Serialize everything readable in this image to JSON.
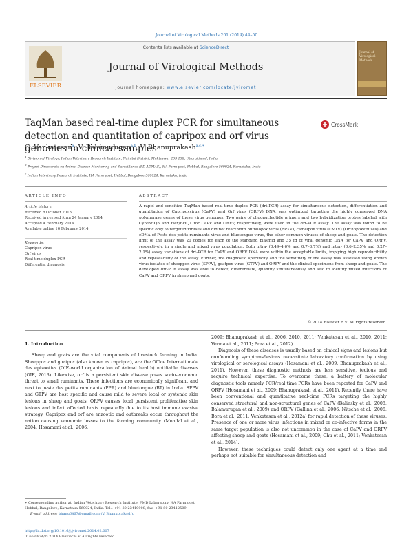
{
  "header": {
    "journal_ref": "Journal of Virological Methods 201 (2014) 44–50",
    "contents_prefix": "Contents lists available at ",
    "contents_link": "ScienceDirect",
    "journal_title": "Journal of Virological Methods",
    "homepage_label": "journal homepage: ",
    "homepage_url": "www.elsevier.com/locate/jviromet",
    "publisher_logo_text": "ELSEVIER",
    "cover_title": "Journal of Virological Methods"
  },
  "article": {
    "title": "TaqMan based real-time duplex PCR for simultaneous detection and quantitation of capripox and orf virus genomes in clinical samples",
    "crossmark_label": "CrossMark",
    "authors": [
      {
        "name": "G. Venkatesan",
        "sup": "a"
      },
      {
        "name": "V. Balamurugan",
        "sup": "a,b"
      },
      {
        "name": "V. Bhanuprakash",
        "sup": "a,c,∗"
      }
    ],
    "affiliations": [
      {
        "sup": "a",
        "text": "Division of Virology, Indian Veterinary Research Institute, Nainital District, Mukteswar 263 138, Uttarakhand, India"
      },
      {
        "sup": "b",
        "text": "Project Directorate on Animal Disease Monitoring and Surveillance (PD-ADMAS), HA Farm post, Hebbal, Bangalore 560024, Karnataka, India"
      },
      {
        "sup": "c",
        "text": "Indian Veterinary Research Institute, HA Farm post, Hebbal, Bangalore 560024, Karnataka, India"
      }
    ]
  },
  "info": {
    "section_label": "ARTICLE INFO",
    "history_label": "Article history:",
    "history": [
      "Received 8 October 2013",
      "Received in revised form 24 January 2014",
      "Accepted 4 February 2014",
      "Available online 16 February 2014"
    ],
    "keywords_label": "Keywords:",
    "keywords": [
      "Capripox virus",
      "Orf virus",
      "Real-time duplex PCR",
      "Differential diagnosis"
    ]
  },
  "abstract": {
    "label": "ABSTRACT",
    "text": "A rapid and sensitive TaqMan based real-time duplex PCR (drt-PCR) assay for simultaneous detection, differentiation and quantitation of Capripoxvirus (CaPV) and Orf virus (ORFV) DNA, was optimized targeting the highly conserved DNA polymerase genes of these virus genomes. Two pairs of oligonucleotide primers and two hybridization probes labeled with Cy5/BHQ3 and Hex/BHQ1 for CaPV and ORFV, respectively, were used in the drt-PCR assay. The assay was found to be specific only to targeted viruses and did not react with buffalopox virus (BPXV), camelpox virus (CMLV) (Orthopoxviruses) and cDNA of Peste des petits ruminants virus and bluetongue virus, the other common viruses of sheep and goats. The detection limit of the assay was 20 copies for each of the standard plasmid and 35 fg of viral genomic DNA for CaPV and ORFV, respectively, in a single and mixed virus population. Both intra- (0.49–4.6% and 0.7–3.7%) and inter- (0.6–2.35% and 0.27–2.1%) assay variations of drt-PCR for CaPV and ORFV DNA were within the acceptable limits, implying high reproducibility and repeatability of the assay. Further, the diagnostic specificity and the sensitivity of the assay was assessed using known virus isolates of sheeppox virus (SPPV), goatpox virus (GTPV) and ORFV and the clinical specimens from sheep and goats. The developed drt-PCR assay was able to detect, differentiate, quantify simultaneously and also to identify mixed infections of CaPV and ORFV in sheep and goats.",
    "copyright": "© 2014 Elsevier B.V. All rights reserved."
  },
  "body": {
    "section_title": "1.  Introduction",
    "left_para": "Sheep and goats are the vital components of livestock farming in India. Sheeppox and goatpox (also known as capripox), are the Office Internationale des epizooties (OIE-world organization of Animal health) notifiable diseases (OIE, 2013). Likewise, orf is a persistent skin disease poses socio-economic threat to small ruminants. These infections are economically significant and next to peste des petits ruminants (PPR) and bluetongue (BT) in India. SPPV and GTPV are host specific and cause mild to severe local or systemic skin lesions in sheep and goats. ORFV causes local persistent proliferative skin lesions and infect affected hosts repeatedly due to its host immune evasive strategy. Capripox and orf are enzootic and outbreaks occur throughout the nation causing economic losses to the farming community (Mondal et al., 2004; Hosamani et al., 2006,",
    "right_cont": "2009; Bhanuprakash et al., 2006, 2010, 2011; Venkatesan et al., 2010, 2011; Verma et al., 2011; Bora et al., 2012).",
    "right_para1": "Diagnosis of these diseases is usually based on clinical signs and lesions but confounding symptoms/lesions necessitate laboratory confirmation by using virological or serological assays (Hosamani et al., 2009; Bhanuprakash et al., 2011). However, these diagnostic methods are less sensitive, tedious and require technical expertise. To overcome these, a battery of molecular diagnostic tools namely PCR/real time PCRs have been reported for CaPV and ORFV (Hosamani et al., 2009; Bhanuprakash et al., 2011). Recently, there have been conventional and quantitative real-time PCRs targeting the highly conserved structural and non-structural genes of CaPV (Balinsky et al., 2008; Balamurugan et al., 2009) and ORFV (Gallina et al., 2006; Nitsche et al., 2006; Bora et al., 2011; Venkatesan et al., 2012a) for rapid detection of these viruses. Presence of one or more virus infections in mixed or co-infective forms in the same target population is also not uncommon in the case of CaPV and ORFV affecting sheep and goats (Hosamani et al., 2009; Chu et al., 2011; Venkatesan et al., 2014).",
    "right_para2": "However, these techniques could detect only one agent at a time and perhaps not suitable for simultaneous detection and",
    "footnote": "∗ Corresponding author at: Indian Veterinary Research Institute, PMD Laboratory, HA Farm post, Hebbal, Bangalore, Karnataka 560024, India. Tel.: +91 80 23410908; fax: +91 80 23412509.",
    "email_label": "E-mail address: ",
    "email": "bhanu6467@gmail.com (V. Bhanuprakash).",
    "doi": "http://dx.doi.org/10.1016/j.jviromet.2014.02.007",
    "issn": "0166-0934/© 2014 Elsevier B.V. All rights reserved."
  }
}
